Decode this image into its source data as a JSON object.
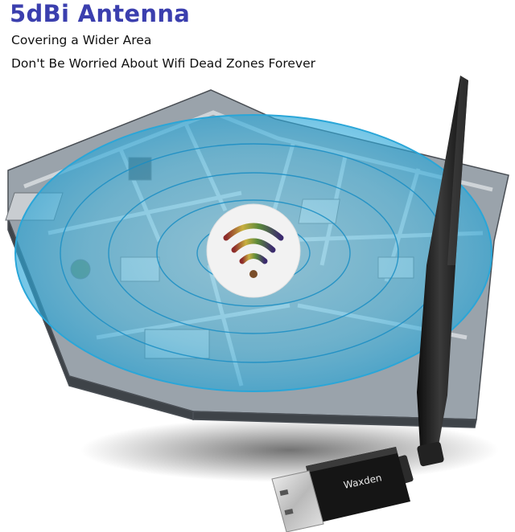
{
  "headline": "5dBi Antenna",
  "subheading_1": "Covering a Wider Area",
  "subheading_2": "Don't Be Worried About Wifi Dead Zones Forever",
  "device": {
    "brand_label": "Waxden"
  },
  "colors": {
    "headline": "#3b3fae",
    "coverage_blue": "#5ec8ec",
    "antenna_black": "#1b1b1b"
  }
}
